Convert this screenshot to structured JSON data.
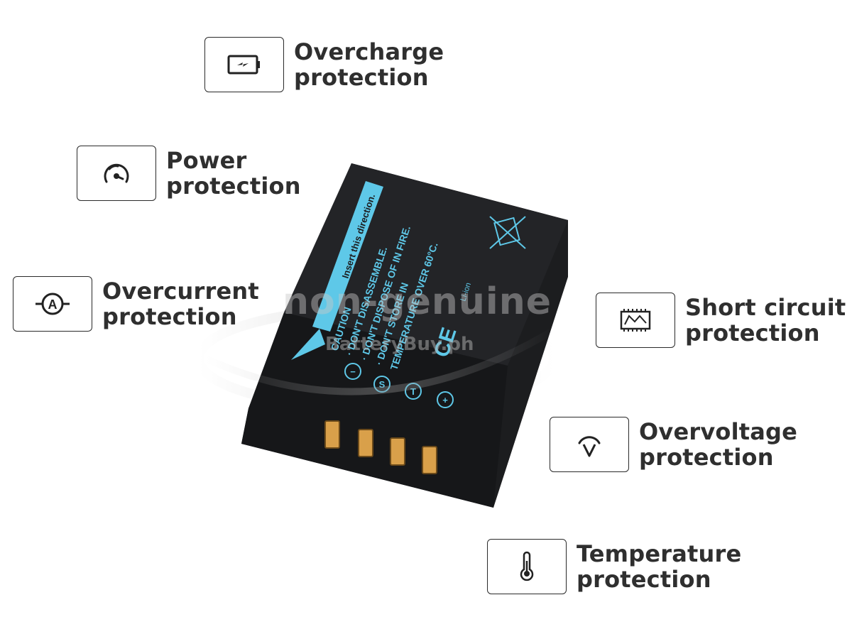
{
  "features": {
    "overcharge": {
      "line1": "Overcharge",
      "line2": "protection",
      "icon": "battery-charge-icon"
    },
    "power": {
      "line1": "Power",
      "line2": "protection",
      "icon": "power-gauge-icon"
    },
    "overcurrent": {
      "line1": "Overcurrent",
      "line2": "protection",
      "icon": "ammeter-icon"
    },
    "short_circuit": {
      "line1": "Short circuit",
      "line2": "protection",
      "icon": "circuit-board-icon"
    },
    "overvoltage": {
      "line1": "Overvoltage",
      "line2": "protection",
      "icon": "voltage-gauge-icon"
    },
    "temperature": {
      "line1": "Temperature",
      "line2": "protection",
      "icon": "thermometer-icon"
    }
  },
  "battery": {
    "insert_text": "Insert this direction.",
    "caution": "CAUTION",
    "warning1": "· DON'T DISASSEMBLE.",
    "warning2": "· DON'T DISPOSE OF IN FIRE.",
    "warning3": "· DON'T STORE IN",
    "warning4": "TEMPERATURE OVER 60°C.",
    "chem": "Li-ion",
    "ce": "CE",
    "terminals": [
      "−",
      "S",
      "T",
      "+"
    ]
  },
  "watermark": {
    "main": "non-genuine",
    "sub": "BatteryBuy.ph"
  },
  "colors": {
    "text": "#2f2f2f",
    "label_blue": "#5ec8e8",
    "battery": "#1c1d1f",
    "contact": "#d9a04a"
  }
}
